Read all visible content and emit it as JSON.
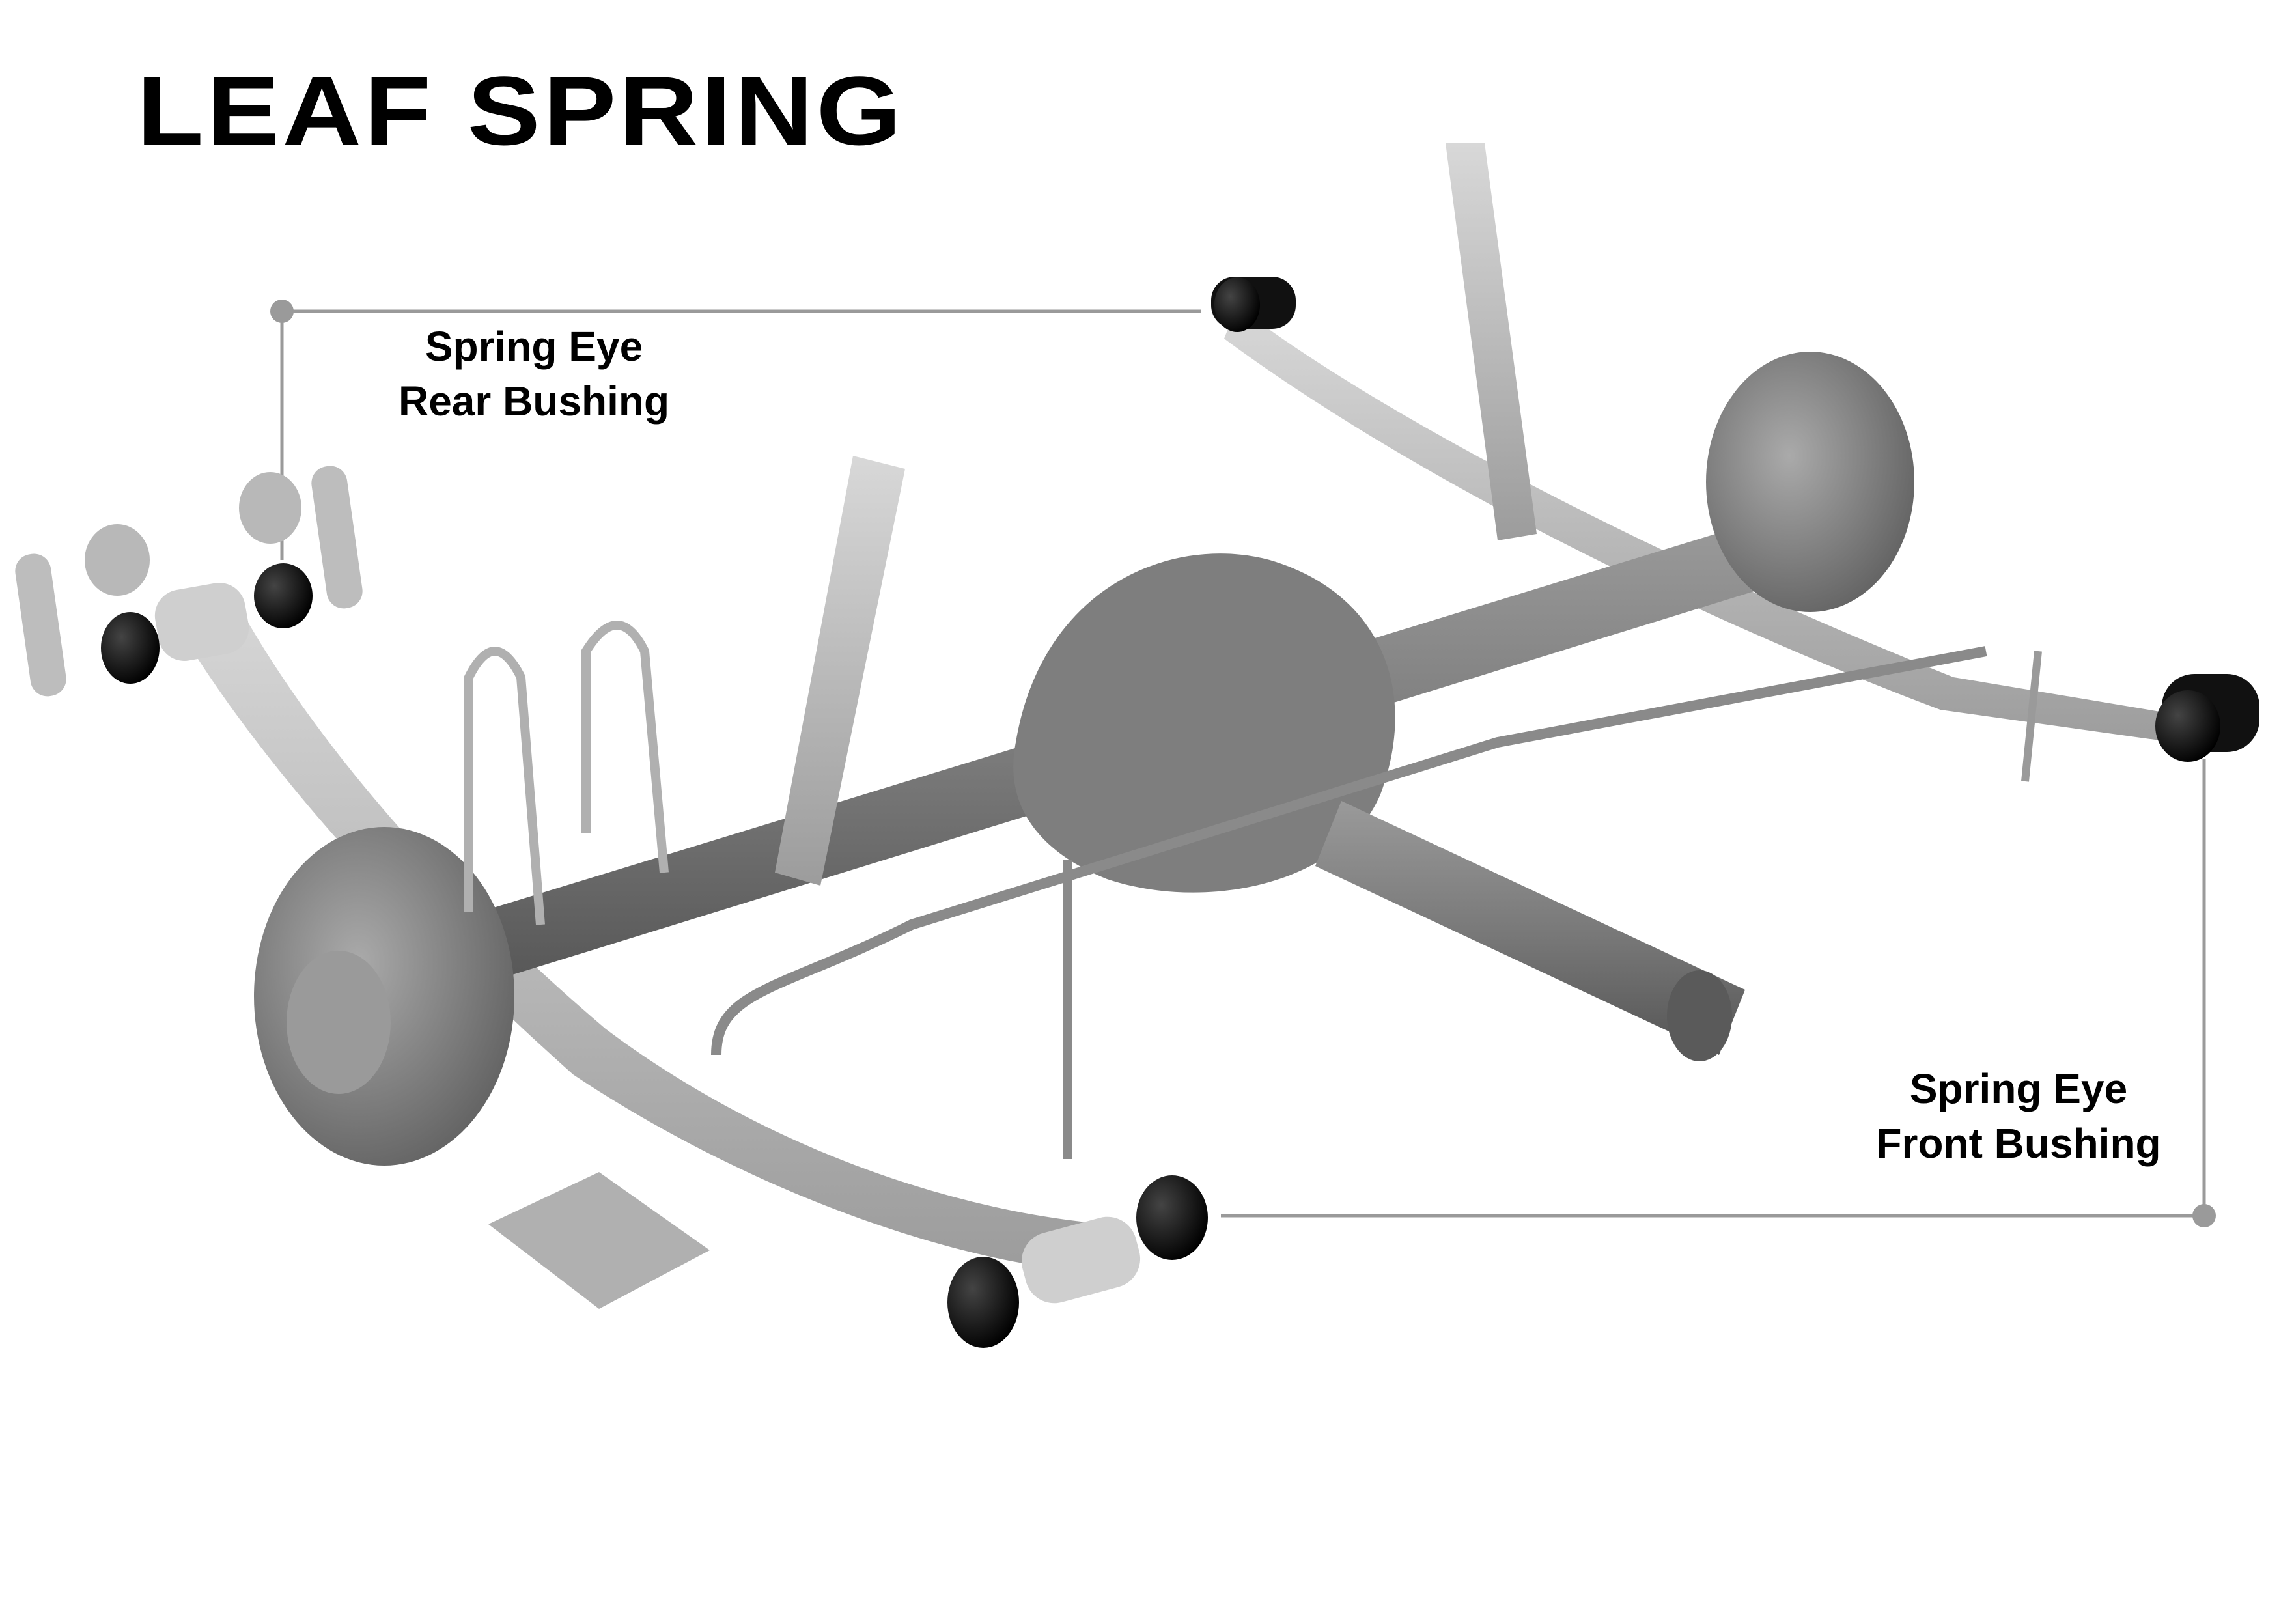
{
  "title": "LEAF SPRING",
  "callouts": [
    {
      "id": "rear",
      "line1": "Spring Eye",
      "line2": "Rear Bushing"
    },
    {
      "id": "front",
      "line1": "Spring Eye",
      "line2": "Front Bushing"
    }
  ],
  "colors": {
    "background": "#ffffff",
    "text": "#000000",
    "leader_line": "#9a9a9a",
    "part_grey": "#8c8c8c",
    "part_light": "#c8c8c8",
    "bushing": "#0a0a0a"
  }
}
